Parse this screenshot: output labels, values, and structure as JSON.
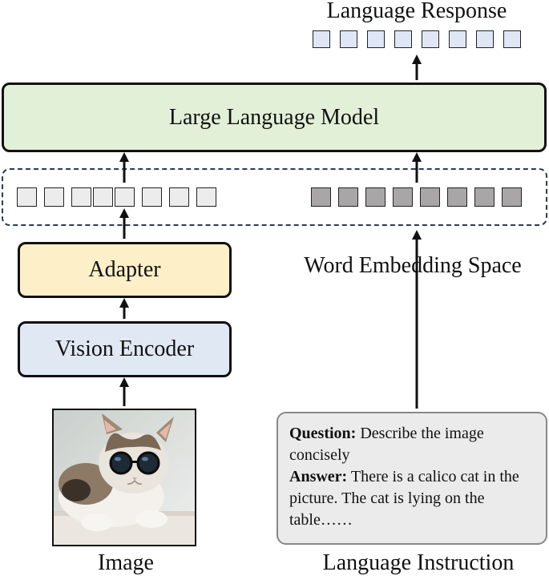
{
  "labels": {
    "language_response": "Language Response",
    "llm": "Large Language Model",
    "adapter": "Adapter",
    "vision_encoder": "Vision Encoder",
    "word_embedding_space": "Word Embedding Space",
    "image": "Image",
    "language_instruction": "Language Instruction"
  },
  "instruction_box": {
    "question_label": "Question:",
    "question_text": " Describe the image concisely",
    "answer_label": "Answer:",
    "answer_text": " There is a calico cat in the picture. The cat is lying on the table……"
  },
  "colors": {
    "llm_fill": "#e3f0d8",
    "adapter_fill": "#fdefc8",
    "encoder_fill": "#dfe8f3",
    "response_token_fill": "#dfe7f7",
    "visual_token_fill": "#ececec",
    "text_token_fill": "#a8a6a6",
    "dashed_border": "#2b3a55"
  }
}
